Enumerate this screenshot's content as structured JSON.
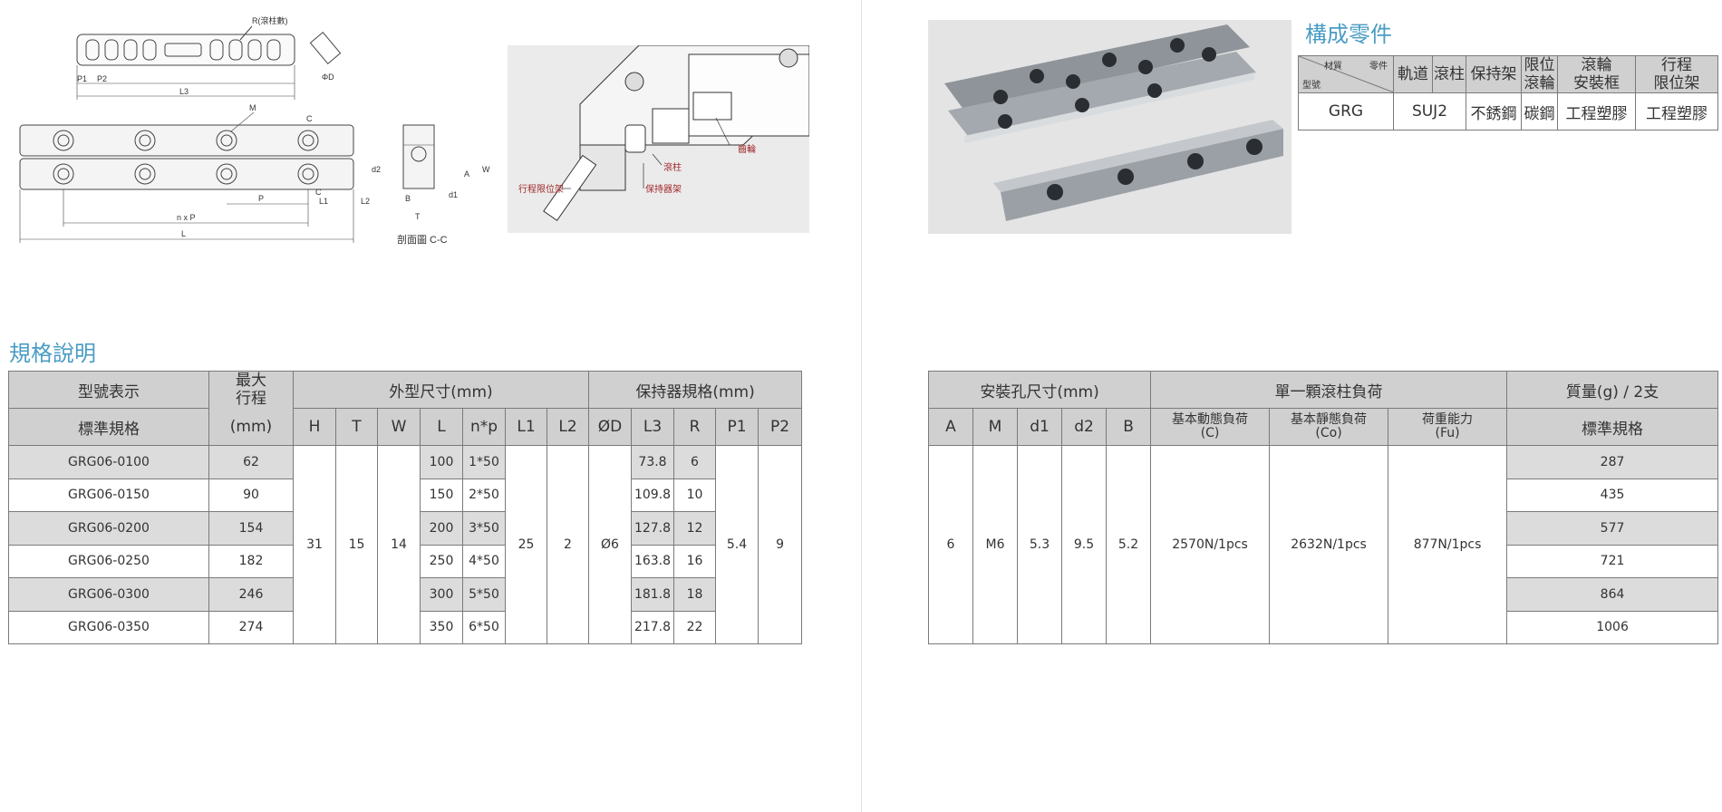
{
  "drawing": {
    "labels": {
      "r_note": "R(滾柱數)",
      "p1": "P1",
      "p2": "P2",
      "l3": "L3",
      "m": "M",
      "c_top": "C",
      "phid": "ΦD",
      "d2": "d2",
      "a": "A",
      "w": "W",
      "d1": "d1",
      "b": "B",
      "t": "T",
      "p": "P",
      "c_bot": "C",
      "l1": "L1",
      "l2": "L2",
      "nxp": "n x P",
      "l": "L",
      "section": "剖面圖 C-C"
    }
  },
  "diagram": {
    "labels": {
      "gear": "齒輪",
      "roller": "滾柱",
      "stroke_stopper": "行程限位架",
      "cage": "保持器架"
    }
  },
  "parts_section": {
    "title": "構成零件",
    "corner_material": "材質",
    "corner_part": "零件",
    "corner_model": "型號",
    "headers": [
      "軌道",
      "滾柱",
      "保持架",
      "限位\n滾輪",
      "滾輪\n安裝框",
      "行程\n限位架"
    ],
    "row": [
      "GRG",
      "SUJ2",
      "不銹鋼",
      "碳鋼",
      "工程塑膠",
      "工程塑膠"
    ]
  },
  "spec_section": {
    "title": "規格說明",
    "group_headers": {
      "model": "型號表示",
      "stroke": "最大\n行程",
      "outer": "外型尺寸(mm)",
      "cage": "保持器規格(mm)",
      "standard": "標準規格",
      "unit": "(mm)"
    },
    "sub_headers": [
      "H",
      "T",
      "W",
      "L",
      "n*p",
      "L1",
      "L2",
      "ØD",
      "L3",
      "R",
      "P1",
      "P2"
    ],
    "rows": [
      {
        "model": "GRG06-0100",
        "stroke": "62",
        "L": "100",
        "np": "1*50",
        "L3": "73.8",
        "R": "6"
      },
      {
        "model": "GRG06-0150",
        "stroke": "90",
        "L": "150",
        "np": "2*50",
        "L3": "109.8",
        "R": "10"
      },
      {
        "model": "GRG06-0200",
        "stroke": "154",
        "L": "200",
        "np": "3*50",
        "L3": "127.8",
        "R": "12"
      },
      {
        "model": "GRG06-0250",
        "stroke": "182",
        "L": "250",
        "np": "4*50",
        "L3": "163.8",
        "R": "16"
      },
      {
        "model": "GRG06-0300",
        "stroke": "246",
        "L": "300",
        "np": "5*50",
        "L3": "181.8",
        "R": "18"
      },
      {
        "model": "GRG06-0350",
        "stroke": "274",
        "L": "350",
        "np": "6*50",
        "L3": "217.8",
        "R": "22"
      }
    ],
    "shared": {
      "H": "31",
      "T": "15",
      "W": "14",
      "L1": "25",
      "L2": "2",
      "D": "Ø6",
      "P1": "5.4",
      "P2": "9"
    }
  },
  "right_table": {
    "group_headers": {
      "mount": "安裝孔尺寸(mm)",
      "load": "單一顆滾柱負荷",
      "mass": "質量(g) / 2支"
    },
    "sub_headers": [
      "A",
      "M",
      "d1",
      "d2",
      "B"
    ],
    "load_headers": [
      {
        "name": "基本動態負荷",
        "sym": "(C)"
      },
      {
        "name": "基本靜態負荷",
        "sym": "(Co)"
      },
      {
        "name": "荷重能力",
        "sym": "(Fu)"
      }
    ],
    "mass_sub": "標準規格",
    "shared": {
      "A": "6",
      "M": "M6",
      "d1": "5.3",
      "d2": "9.5",
      "B": "5.2",
      "C": "2570N/1pcs",
      "Co": "2632N/1pcs",
      "Fu": "877N/1pcs"
    },
    "mass": [
      "287",
      "435",
      "577",
      "721",
      "864",
      "1006"
    ]
  },
  "colors": {
    "title": "#4a9cc4",
    "header": "#d0d0d0",
    "shade": "#dcdcdc",
    "label_red": "#a0282a"
  }
}
